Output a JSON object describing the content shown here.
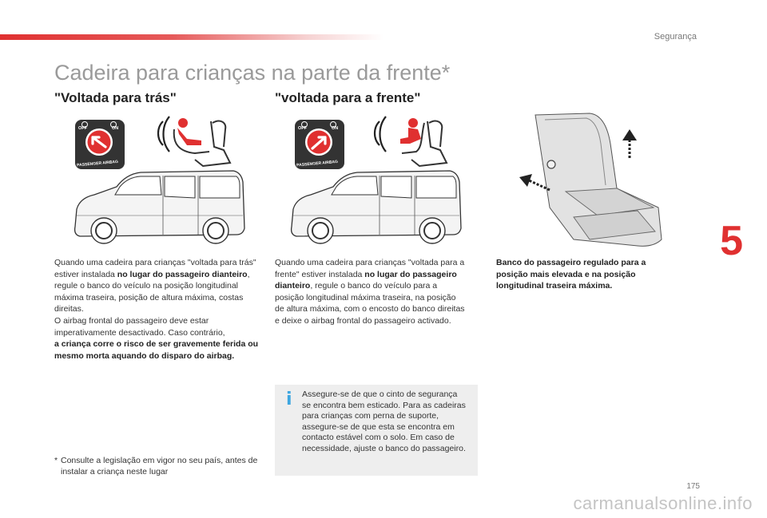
{
  "header": {
    "section": "Segurança",
    "chapter": "5"
  },
  "title": "Cadeira para crianças na parte da frente*",
  "columns": {
    "left": {
      "heading": "\"Voltada para trás\"",
      "airbag_label": {
        "off": "OFF",
        "on": "ON",
        "text": "PASSENGER AIRBAG"
      },
      "paragraph": [
        "Quando uma cadeira para crianças \"voltada para trás\" estiver instalada ",
        "no lugar do passageiro dianteiro",
        ", regule o banco do veículo na posição longitudinal máxima traseira, posição de altura máxima, costas direitas."
      ],
      "paragraph2": "O airbag frontal do passageiro deve estar imperativamente desactivado. Caso contrário,",
      "warning": "a criança corre o risco de ser gravemente ferida ou mesmo morta aquando do disparo do airbag."
    },
    "mid": {
      "heading": "\"voltada para a frente\"",
      "airbag_label": {
        "off": "OFF",
        "on": "ON",
        "text": "PASSENGER AIRBAG"
      },
      "paragraph": [
        "Quando uma cadeira para crianças \"voltada para a frente\" estiver instalada ",
        "no lugar do passageiro dianteiro",
        ", regule o banco do veículo para a posição longitudinal máxima traseira, na posição de altura máxima, com o encosto do banco direitas e deixe o airbag frontal do passageiro activado."
      ]
    },
    "seat": {
      "caption": "Banco do passageiro regulado para a posição mais elevada e na posição longitudinal traseira máxima."
    }
  },
  "note": {
    "icon": "info-icon",
    "icon_glyph": "i",
    "text": "Assegure-se de que o cinto de segurança se encontra bem esticado. Para as cadeiras para crianças com perna de suporte, assegure-se de que esta se encontra em contacto estável com o solo. Em caso de necessidade, ajuste o banco do passageiro."
  },
  "footnote": {
    "mark": "*",
    "text": "Consulte a legislação em vigor no seu país, antes de instalar a criança neste lugar"
  },
  "footer": {
    "page_number": "175",
    "watermark": "carmanualsonline.info"
  },
  "colors": {
    "accent": "#e03030",
    "info": "#3da6e0",
    "title_gray": "#9a9a9a"
  }
}
